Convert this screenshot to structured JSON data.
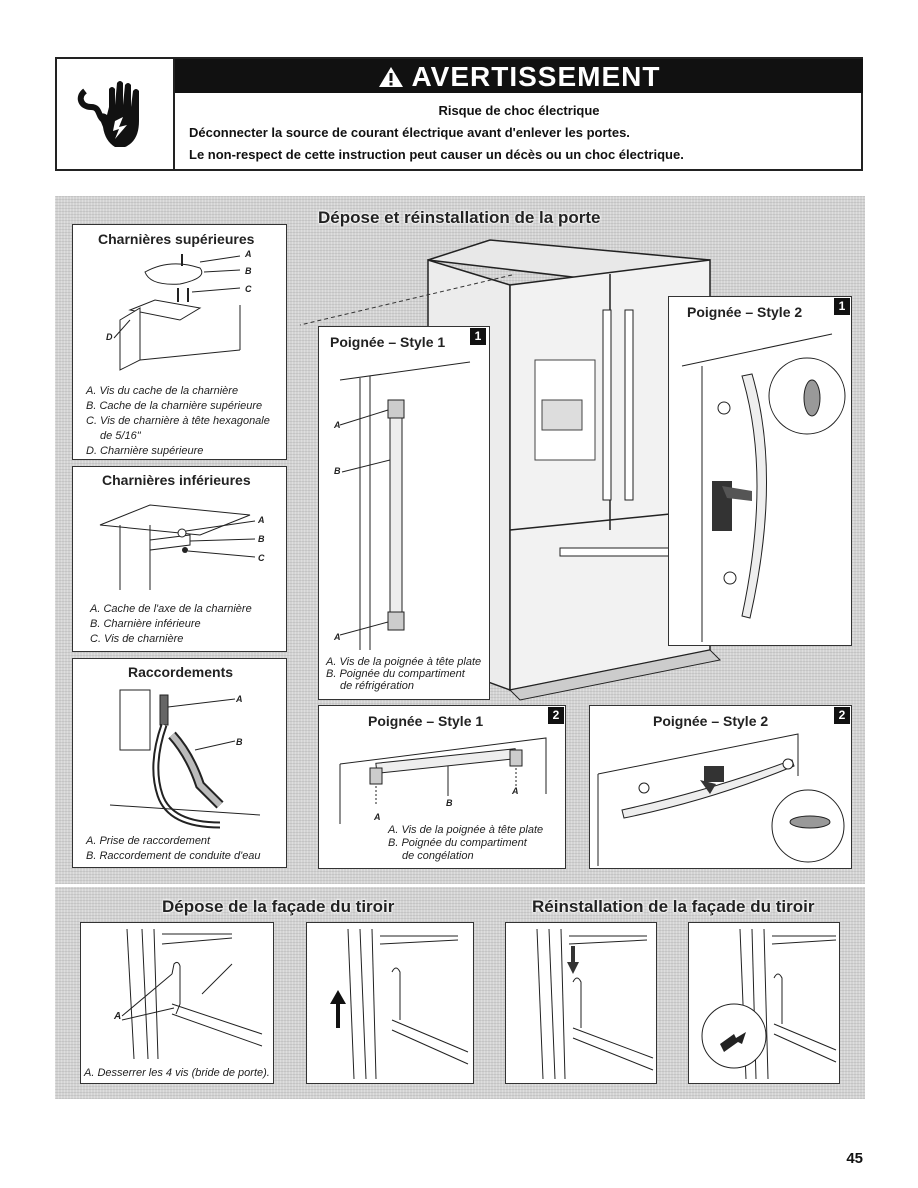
{
  "warning": {
    "title": "AVERTISSEMENT",
    "line1": "Risque de choc électrique",
    "line2": "Déconnecter la source de courant électrique avant d'enlever les portes.",
    "line3": "Le non-respect de cette instruction peut causer un décès ou un choc électrique.",
    "icon": "electric-shock-hand-icon"
  },
  "door_section": {
    "heading": "Dépose et réinstallation de la porte",
    "upper_hinges": {
      "title": "Charnières supérieures",
      "letters": [
        "A",
        "B",
        "C",
        "D"
      ],
      "captions": [
        "A. Vis du cache de la charnière",
        "B. Cache de la charnière supérieure",
        "C. Vis de charnière à tête hexagonale",
        "de 5/16\"",
        "D. Charnière supérieure"
      ]
    },
    "lower_hinges": {
      "title": "Charnières inférieures",
      "letters": [
        "A",
        "B",
        "C"
      ],
      "captions": [
        "A. Cache de l'axe de la charnière",
        "B. Charnière inférieure",
        "C. Vis de charnière"
      ]
    },
    "connections": {
      "title": "Raccordements",
      "letters": [
        "A",
        "B"
      ],
      "captions": [
        "A. Prise de raccordement",
        "B. Raccordement de conduite d'eau"
      ]
    },
    "handle_style1_fridge": {
      "title": "Poignée – Style 1",
      "badge": "1",
      "letters": [
        "A",
        "B",
        "A"
      ],
      "captions": [
        "A. Vis de la poignée à tête plate",
        "B. Poignée du compartiment",
        "de réfrigération"
      ]
    },
    "handle_style2_fridge": {
      "title": "Poignée – Style 2",
      "badge": "1"
    },
    "handle_style1_freezer": {
      "title": "Poignée – Style 1",
      "badge": "2",
      "letters": [
        "A",
        "B",
        "A"
      ],
      "captions": [
        "A. Vis de la poignée à tête plate",
        "B. Poignée du compartiment",
        "de congélation"
      ]
    },
    "handle_style2_freezer": {
      "title": "Poignée – Style 2",
      "badge": "2"
    }
  },
  "drawer_section": {
    "removal_heading": "Dépose de la façade du tiroir",
    "reinstall_heading": "Réinstallation de la façade du tiroir",
    "letter": "A",
    "caption": "A. Desserrer les 4 vis (bride de porte)."
  },
  "page_number": "45"
}
